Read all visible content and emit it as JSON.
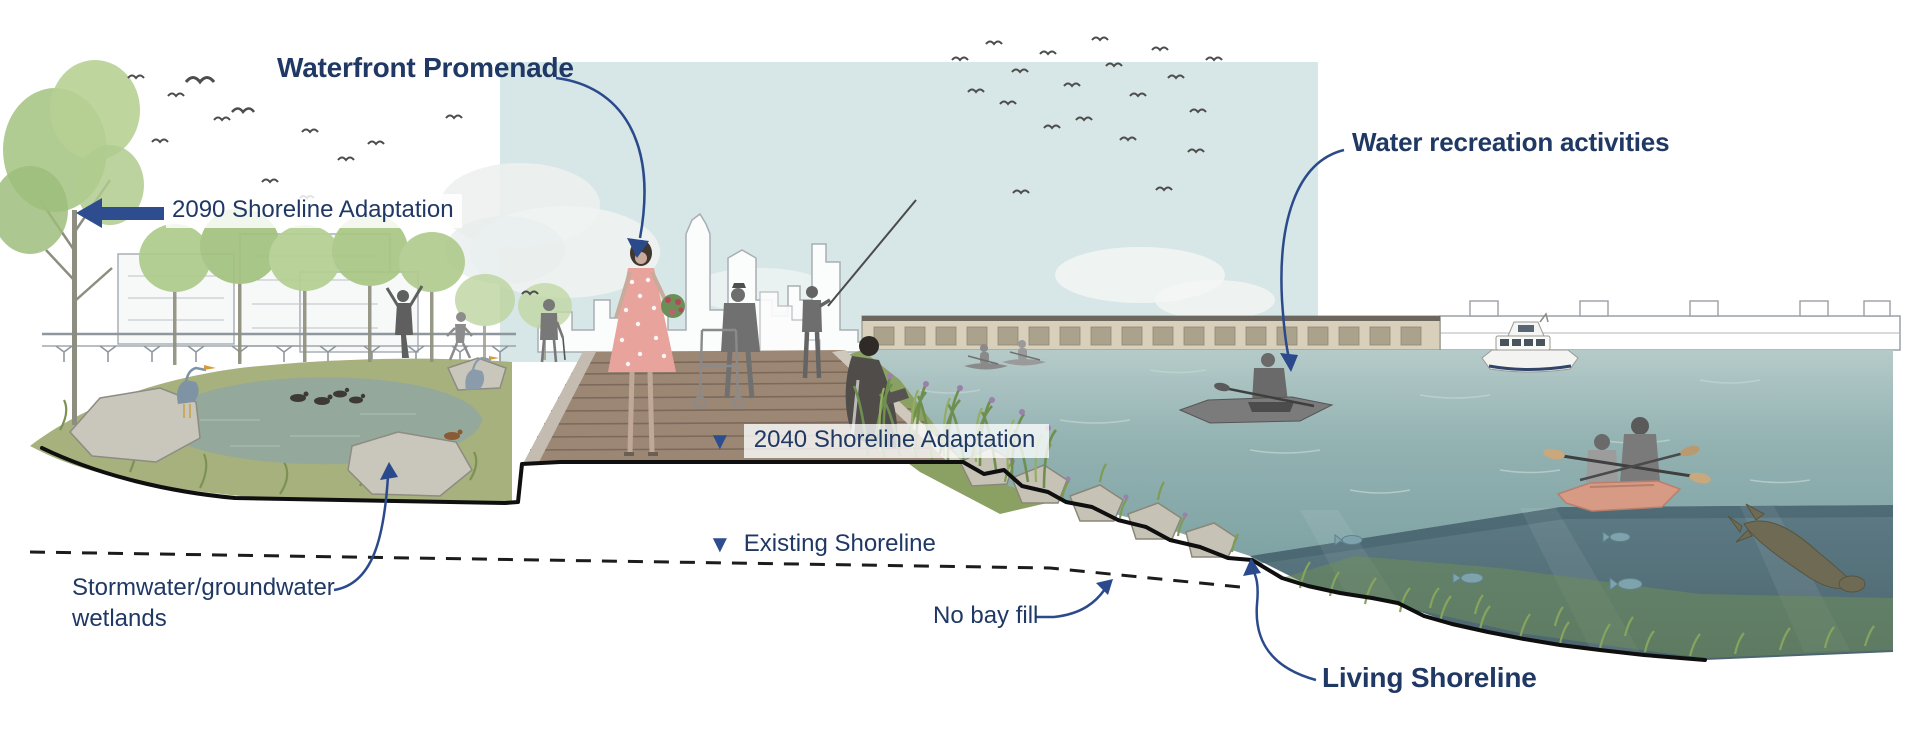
{
  "annotations": {
    "waterfront_promenade": {
      "text": "Waterfront Promenade"
    },
    "shoreline_2090": {
      "text": "2090 Shoreline Adaptation"
    },
    "water_recreation": {
      "text": "Water recreation activities"
    },
    "shoreline_2040": {
      "text": "2040 Shoreline Adaptation"
    },
    "existing_shoreline": {
      "text": "Existing Shoreline"
    },
    "no_bay_fill": {
      "text": "No bay fill"
    },
    "living_shoreline": {
      "text": "Living Shoreline"
    },
    "stormwater_wetlands": {
      "line1": "Stormwater/groundwater",
      "line2": "wetlands"
    }
  },
  "icons": {
    "down_triangle": "▼"
  },
  "colors": {
    "label_navy": "#1f3864",
    "callout_blue": "#2b4a8b",
    "arrow_blue": "#2d4d8e",
    "sky_blue": "#d7e6e6",
    "water_teal": "#8fb2b4",
    "underwater_blue": "#5d7b85",
    "eelgrass_green": "#7d9b59",
    "wetland_green": "#a6b17e",
    "pier_beige": "#d8d0ba",
    "boardwalk_brown": "#9c8775"
  }
}
